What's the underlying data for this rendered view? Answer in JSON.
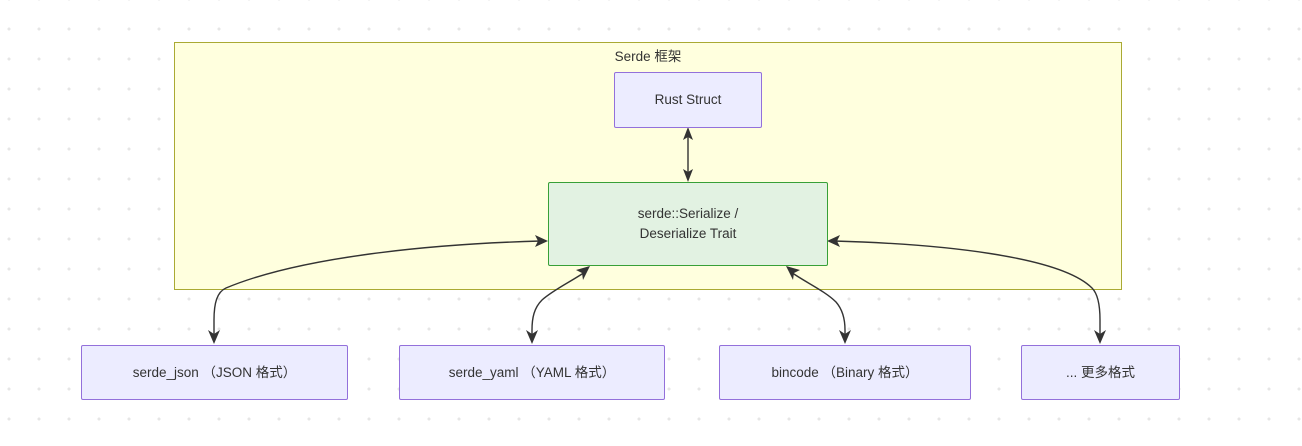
{
  "diagram": {
    "type": "flowchart",
    "cluster": {
      "label": "Serde 框架",
      "fill_color": "#ffffde",
      "border_color": "#aaaa33"
    },
    "nodes": [
      {
        "id": "rust-struct",
        "label": "Rust Struct",
        "shape": "rect",
        "fill_color": "#ececff",
        "border_color": "#9370db"
      },
      {
        "id": "serde-trait",
        "label_line1": "serde::Serialize /",
        "label_line2": "Deserialize Trait",
        "shape": "rect",
        "fill_color": "#e2f2e2",
        "border_color": "#37a037"
      },
      {
        "id": "serde-json",
        "label": "serde_json （JSON 格式）",
        "shape": "rect",
        "fill_color": "#ececff",
        "border_color": "#9370db"
      },
      {
        "id": "serde-yaml",
        "label": "serde_yaml （YAML 格式）",
        "shape": "rect",
        "fill_color": "#ececff",
        "border_color": "#9370db"
      },
      {
        "id": "bincode",
        "label": "bincode （Binary 格式）",
        "shape": "rect",
        "fill_color": "#ececff",
        "border_color": "#9370db"
      },
      {
        "id": "more-formats",
        "label": "... 更多格式",
        "shape": "rect",
        "fill_color": "#ececff",
        "border_color": "#9370db"
      }
    ],
    "edges": [
      {
        "from": "rust-struct",
        "to": "serde-trait",
        "arrow": "double"
      },
      {
        "from": "serde-json",
        "to": "serde-trait",
        "arrow": "double"
      },
      {
        "from": "serde-yaml",
        "to": "serde-trait",
        "arrow": "double"
      },
      {
        "from": "bincode",
        "to": "serde-trait",
        "arrow": "double"
      },
      {
        "from": "more-formats",
        "to": "serde-trait",
        "arrow": "double"
      }
    ],
    "background": {
      "color": "#ffffff",
      "grid": "dotted",
      "dot_color": "#e6e6e6"
    }
  }
}
